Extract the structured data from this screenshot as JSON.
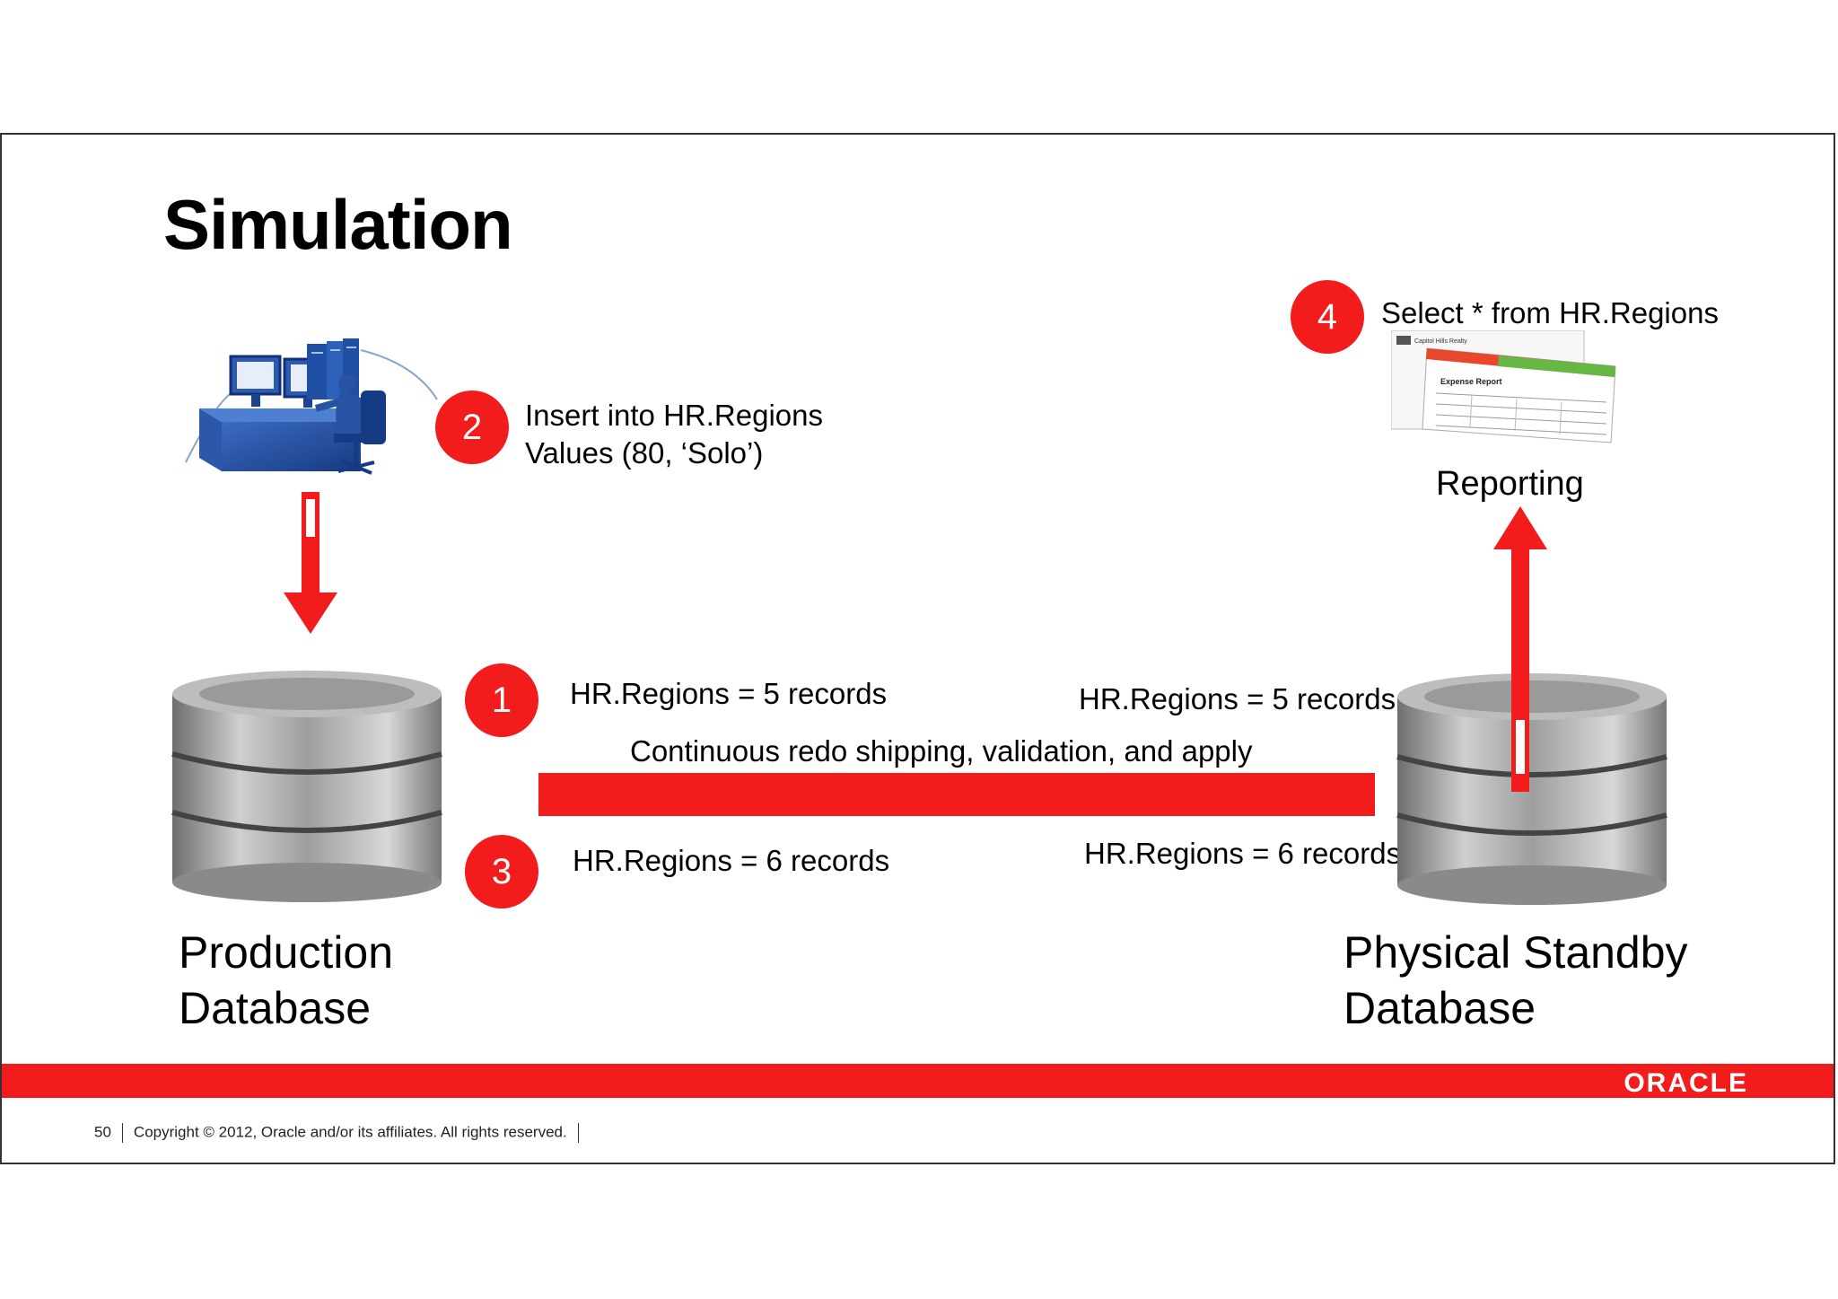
{
  "title": "Simulation",
  "steps": {
    "one": {
      "num": "1",
      "left_text": "HR.Regions = 5 records",
      "right_text": "HR.Regions  = 5 records"
    },
    "two": {
      "num": "2",
      "line1": "Insert into HR.Regions",
      "line2": "Values (80, ‘Solo’)"
    },
    "three": {
      "num": "3",
      "left_text": "HR.Regions = 6 records",
      "right_text": "HR.Regions = 6 records"
    },
    "four": {
      "num": "4",
      "text": "Select * from HR.Regions"
    }
  },
  "redo_label": "Continuous redo shipping, validation, and apply",
  "reporting_label": "Reporting",
  "production": {
    "line1": "Production",
    "line2": "Database"
  },
  "standby": {
    "line1": "Physical Standby",
    "line2": "Database"
  },
  "footer": {
    "page": "50",
    "copyright": "Copyright © 2012, Oracle and/or its affiliates. All rights reserved."
  },
  "logo": "ORACLE",
  "report_snippet": {
    "heading": "Expense Report",
    "brand": "Capitol Hills Realty"
  },
  "colors": {
    "accent": "#f21c1c",
    "workstation": "#1f4fa3"
  }
}
